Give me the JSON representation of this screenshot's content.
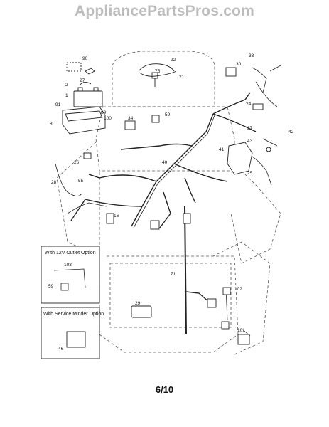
{
  "watermark": "AppliancePartsPros.com",
  "page_number": "6/10",
  "insets": [
    {
      "title": "With 12V Outlet Option",
      "parts": [
        "103",
        "59"
      ]
    },
    {
      "title": "With Service Minder Option",
      "parts": [
        "46"
      ]
    }
  ],
  "callouts": [
    "90",
    "2",
    "27",
    "1",
    "91",
    "8",
    "89",
    "100",
    "22",
    "75",
    "21",
    "33",
    "30",
    "24",
    "34",
    "59",
    "42",
    "27",
    "43",
    "41",
    "25",
    "26",
    "40",
    "28",
    "55",
    "16",
    "71",
    "29",
    "102",
    "101"
  ],
  "colors": {
    "line": "#222222",
    "outline": "#555555",
    "watermark": "#bdbdbd"
  }
}
